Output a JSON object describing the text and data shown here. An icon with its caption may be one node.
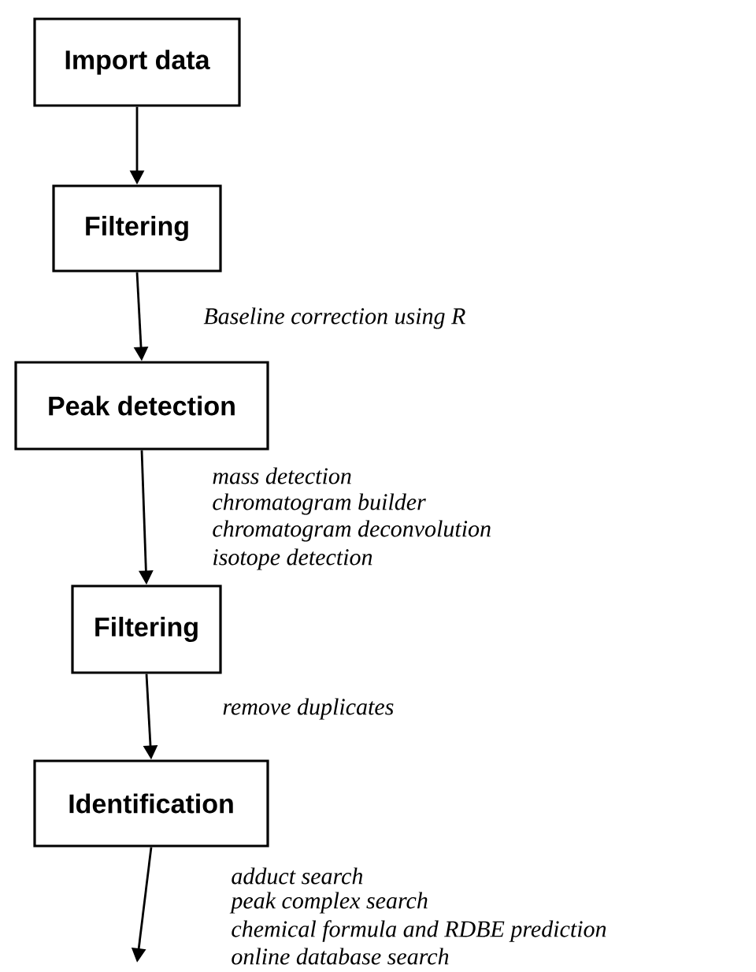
{
  "diagram": {
    "nodes": [
      {
        "text": [
          "Import data"
        ]
      },
      {
        "text": [
          "Filtering"
        ]
      },
      {
        "text": [
          "Peak detection"
        ]
      },
      {
        "text": [
          "Filtering"
        ]
      },
      {
        "text": [
          "Identification"
        ]
      }
    ],
    "edges": [
      {
        "from": 0,
        "to": 1,
        "arrow": "to"
      },
      {
        "from": 1,
        "to": 2,
        "arrow": "to",
        "label": "Baseline correction using R"
      },
      {
        "from": 2,
        "to": 3,
        "arrow": "to"
      },
      {
        "from": 3,
        "to": 4,
        "arrow": "to",
        "label": "remove duplicates"
      },
      {
        "from": 4,
        "to": null,
        "arrow": "to"
      }
    ],
    "labels": [
      "mass detection",
      "chromatogram builder",
      "chromatogram deconvolution",
      "isotope detection",
      "adduct search",
      "peak complex search",
      "chemical formula and RDBE prediction",
      "online database search"
    ]
  }
}
